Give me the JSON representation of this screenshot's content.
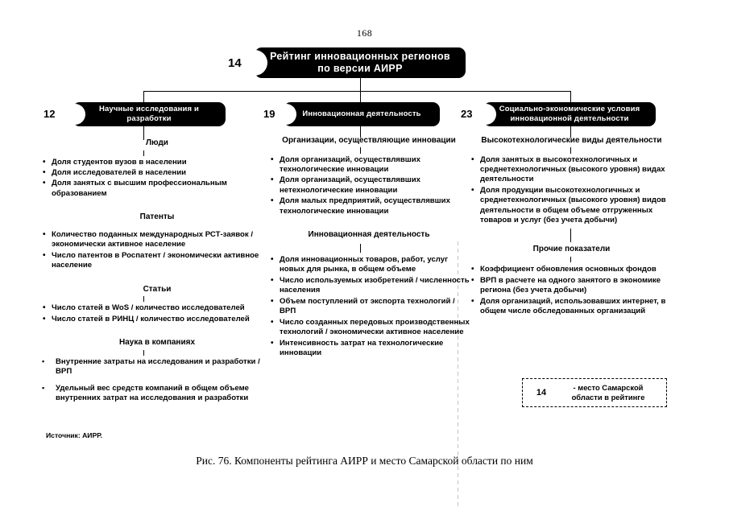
{
  "page": {
    "number": "168",
    "caption": "Рис. 76. Компоненты рейтинга АИРР и место Самарской области по ним",
    "source_note": "Источник: АИРР."
  },
  "title_block": {
    "rank": "14",
    "line1": "Рейтинг инновационных регионов",
    "line2": "по версии АИРР"
  },
  "legend": {
    "rank": "14",
    "line1": "- место Самарской",
    "line2": "области в рейтинге"
  },
  "columns": [
    {
      "rank": "12",
      "banner_line1": "Научные исследования и",
      "banner_line2": "разработки",
      "groups": [
        {
          "heading": "Люди",
          "bullet_style": "round",
          "items": [
            "Доля студентов вузов в населении",
            "Доля исследователей в населении",
            "Доля занятых с  высшим профессиональным образованием"
          ]
        },
        {
          "heading": "Патенты",
          "bullet_style": "round",
          "items": [
            "Количество поданных международных РСТ-заявок / экономически активное население",
            "Число патентов в Роспатент / экономически активное население"
          ]
        },
        {
          "heading": "Статьи",
          "bullet_style": "round",
          "items": [
            "Число статей в WoS / количество исследователей",
            "Число статей в РИНЦ / количество исследователей"
          ]
        },
        {
          "heading": "Наука в компаниях",
          "bullet_style": "square",
          "items": [
            "Внутренние затраты на исследования и разработки / ВРП",
            "Удельный вес средств  компаний в общем объеме внутренних затрат на исследования и разработки"
          ]
        }
      ]
    },
    {
      "rank": "19",
      "banner_line1": "Инновационная деятельность",
      "banner_line2": "",
      "groups": [
        {
          "heading": "Организации, осуществляющие инновации",
          "bullet_style": "round",
          "items": [
            "Доля организаций, осуществлявших технологические инновации",
            "Доля организаций, осуществлявших нетехнологические инновации",
            "Доля малых предприятий, осуществлявших технологические инновации"
          ]
        },
        {
          "heading": "Инновационная деятельность",
          "bullet_style": "round",
          "items": [
            "Доля инновационных товаров, работ, услуг новых для рынка, в общем объеме",
            "Число используемых изобретений / численность населения",
            "Объем поступлений от экспорта технологий / ВРП",
            "Число созданных передовых производственных технологий / экономически активное население",
            "Интенсивность затрат на технологические инновации"
          ]
        }
      ]
    },
    {
      "rank": "23",
      "banner_line1": "Социально-экономические условия",
      "banner_line2": "инновационной деятельности",
      "groups": [
        {
          "heading": "Высокотехнологические виды деятельности",
          "bullet_style": "round",
          "items": [
            "Доля занятых в высокотехнологичных и среднетехнологичных (высокого уровня) видах деятельности",
            "Доля продукции высокотехнологичных и среднетехнологичных (высокого уровня) видов деятельности в общем объеме отгруженных товаров и услуг (без учета добычи)"
          ]
        },
        {
          "heading": "Прочие показатели",
          "bullet_style": "round",
          "items": [
            "Коэффициент обновления основных фондов",
            "ВРП в расчете на одного занятого  в экономике региона (без учета добычи)",
            "Доля организаций, использовавших интернет, в общем числе обследованных организаций"
          ]
        }
      ]
    }
  ]
}
